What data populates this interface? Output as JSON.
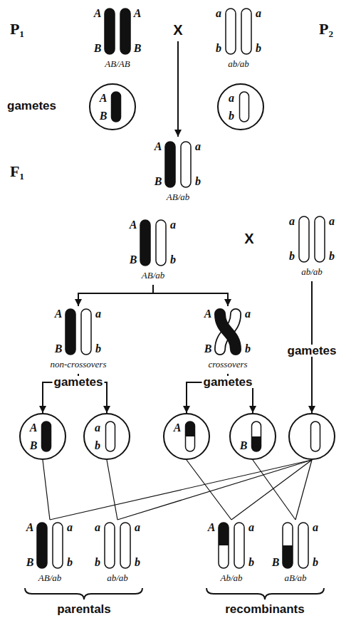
{
  "diagram": {
    "nodes": [
      {
        "text": [
          "A",
          "A",
          "B",
          "B",
          "AB/AB"
        ]
      },
      {
        "text": [
          "a",
          "a",
          "b",
          "b",
          "ab/ab"
        ]
      },
      {
        "text": [
          "A",
          "B"
        ]
      },
      {
        "text": [
          "a",
          "b"
        ]
      },
      {
        "text": [
          "A",
          "B",
          "a",
          "b",
          "AB/ab"
        ]
      },
      {
        "text": [
          "A",
          "B",
          "a",
          "b",
          "AB/ab"
        ]
      },
      {
        "text": [
          "a",
          "a",
          "b",
          "b",
          "ab/ab"
        ]
      },
      {
        "text": [
          "A",
          "B",
          "a",
          "b",
          "non-crossovers"
        ]
      },
      {
        "text": [
          "A",
          "B",
          "a",
          "b",
          "crossovers"
        ]
      },
      {
        "text": [
          "A",
          "B"
        ]
      },
      {
        "text": [
          "a",
          "b"
        ]
      },
      {
        "text": [
          "A"
        ]
      },
      {
        "text": [
          "B"
        ]
      },
      {
        "text": [
          "gametes"
        ]
      },
      {
        "text": [
          "A",
          "B",
          "a",
          "b",
          "AB/ab"
        ]
      },
      {
        "text": [
          "a",
          "a",
          "b",
          "b",
          "ab/ab"
        ]
      },
      {
        "text": [
          "A",
          "a",
          "b",
          "Ab/ab"
        ]
      },
      {
        "text": [
          "a",
          "B",
          "b",
          "aB/ab"
        ]
      }
    ],
    "edges": [
      {
        "from": 5,
        "to": 7,
        "arrow": "to"
      },
      {
        "from": 5,
        "to": 8,
        "arrow": "to"
      },
      {
        "from": 6,
        "to": 13,
        "arrow": "to"
      },
      {
        "from": 7,
        "to": 9,
        "arrow": "to"
      },
      {
        "from": 7,
        "to": 10,
        "arrow": "to"
      },
      {
        "from": 8,
        "to": 11,
        "arrow": "to"
      },
      {
        "from": 8,
        "to": 12,
        "arrow": "to"
      },
      {
        "from": 9,
        "to": 14,
        "arrow": "none"
      },
      {
        "from": 13,
        "to": 14,
        "arrow": "none"
      },
      {
        "from": 10,
        "to": 15,
        "arrow": "none"
      },
      {
        "from": 13,
        "to": 15,
        "arrow": "none"
      },
      {
        "from": 11,
        "to": 16,
        "arrow": "none"
      },
      {
        "from": 13,
        "to": 16,
        "arrow": "none"
      },
      {
        "from": 12,
        "to": 17,
        "arrow": "none"
      },
      {
        "from": 13,
        "to": 17,
        "arrow": "none"
      }
    ],
    "labels": [
      "P₁",
      "X",
      "P₂",
      "gametes",
      "F₁",
      "X",
      "gametes",
      "gametes",
      "parentals",
      "recombinants"
    ]
  }
}
